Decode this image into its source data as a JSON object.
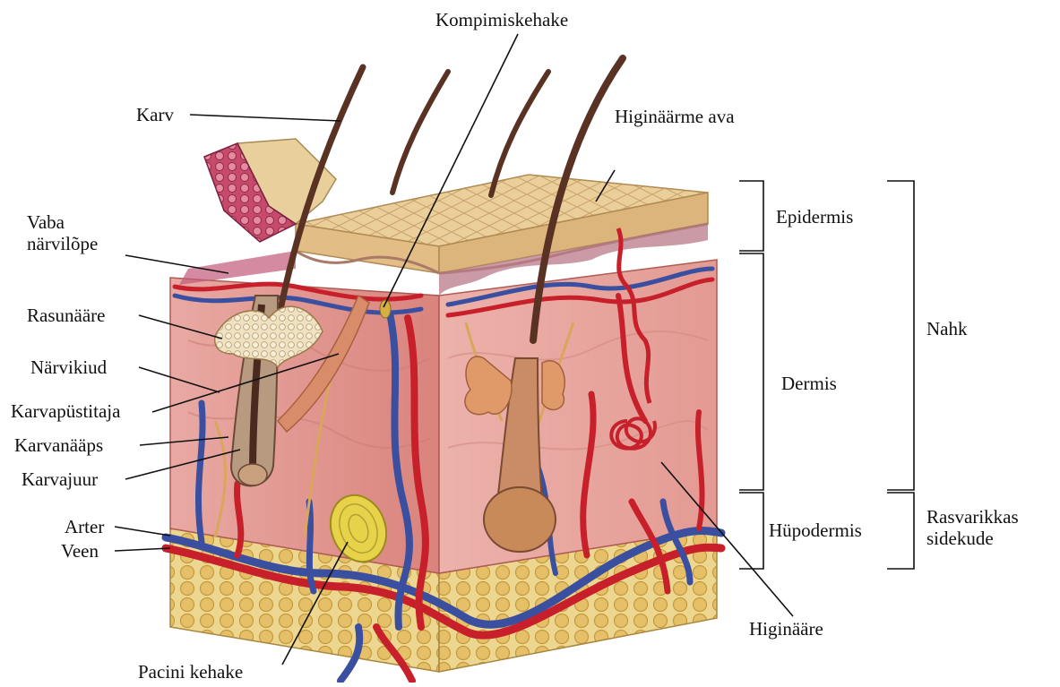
{
  "labels": {
    "karv": "Karv",
    "kompimiskehake": "Kompimiskehake",
    "higinaarme_ava": "Higinäärme ava",
    "vaba_narvilope": "Vaba\nnärvilõpe",
    "rasunaare": "Rasunääre",
    "narvikiud": "Närvikiud",
    "karvapustitaja": "Karvapüstitaja",
    "karvanaaps": "Karvanääps",
    "karvajuur": "Karvajuur",
    "arter": "Arter",
    "veen": "Veen",
    "pacini_kehake": "Pacini kehake",
    "higinaare": "Higinääre",
    "epidermis": "Epidermis",
    "dermis": "Dermis",
    "hupodermis": "Hüpodermis",
    "nahk": "Nahk",
    "rasvarikkas_sidekude": "Rasvarikkas\nsidekude"
  },
  "colors": {
    "epidermis": "#e8c98f",
    "epidermis_dark": "#c9a26a",
    "dermis": "#e7a4a0",
    "dermis_dark": "#c9706c",
    "fat": "#e9cf7e",
    "fat_dark": "#c9a44e",
    "artery": "#c8202a",
    "vein": "#3b4fa0",
    "hair": "#5a3224",
    "nerve": "#d9a65a"
  }
}
